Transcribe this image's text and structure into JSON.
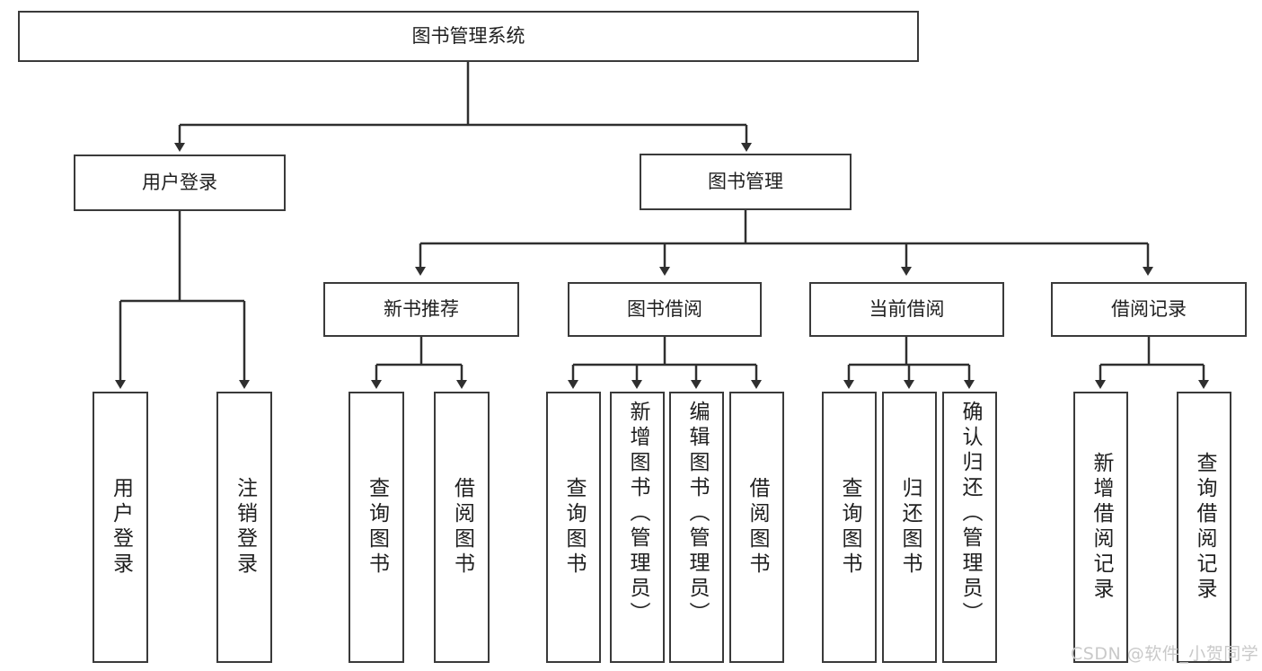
{
  "diagram": {
    "type": "tree-hierarchy-diagram",
    "title": "图书管理系统",
    "colors": {
      "box_border": "#3a3a3a",
      "box_fill": "#ffffff",
      "edge": "#2f2f2f",
      "text": "#1f1f1f",
      "watermark": "#c9c9c9",
      "background": "#ffffff"
    },
    "root": {
      "label": "图书管理系统"
    },
    "level2": [
      {
        "label": "用户登录"
      },
      {
        "label": "图书管理"
      }
    ],
    "level3": [
      {
        "label": "新书推荐"
      },
      {
        "label": "图书借阅"
      },
      {
        "label": "当前借阅"
      },
      {
        "label": "借阅记录"
      }
    ],
    "leaves": {
      "user_login": [
        {
          "label": "用户登录"
        },
        {
          "label": "注销登录"
        }
      ],
      "new_book_recommend": [
        {
          "label": "查询图书"
        },
        {
          "label": "借阅图书"
        }
      ],
      "book_borrow": [
        {
          "label": "查询图书"
        },
        {
          "label": "新增图书（管理员）"
        },
        {
          "label": "编辑图书（管理员）"
        },
        {
          "label": "借阅图书"
        }
      ],
      "current_borrow": [
        {
          "label": "查询图书"
        },
        {
          "label": "归还图书"
        },
        {
          "label": "确认归还（管理员）"
        }
      ],
      "borrow_record": [
        {
          "label": "新增借阅记录"
        },
        {
          "label": "查询借阅记录"
        }
      ]
    }
  },
  "watermark": {
    "text": "CSDN @软件_小贺同学"
  }
}
